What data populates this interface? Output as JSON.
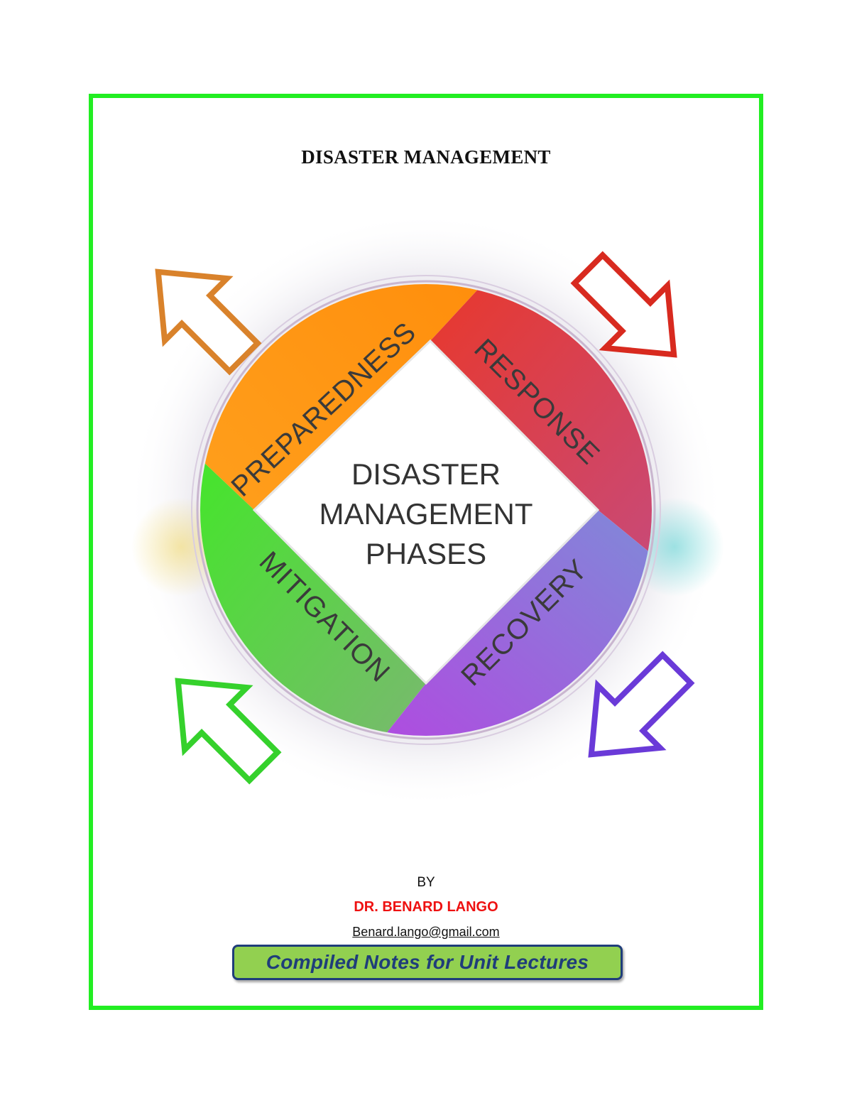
{
  "document": {
    "title": "DISASTER MANAGEMENT",
    "byline": "BY",
    "author": "DR. BENARD LANGO",
    "email": "Benard.lango@gmail.com",
    "banner": "Compiled Notes for Unit Lectures"
  },
  "diagram": {
    "center_lines": [
      "DISASTER",
      "MANAGEMENT",
      "PHASES"
    ],
    "phases": [
      {
        "label": "PREPAREDNESS",
        "color": "#ff9a1a"
      },
      {
        "label": "RESPONSE",
        "color": "#e0443a"
      },
      {
        "label": "RECOVERY",
        "color": "#a65be0"
      },
      {
        "label": "MITIGATION",
        "color": "#4fd83a"
      }
    ],
    "arrow_colors": {
      "preparedness": "#d9822b",
      "response": "#d82a1f",
      "recovery": "#6a3ad8",
      "mitigation": "#35d12c"
    }
  },
  "colors": {
    "frame": "#22ee22",
    "author": "#ee1111",
    "banner_fill": "#92d050",
    "banner_text": "#1f3d7a"
  }
}
